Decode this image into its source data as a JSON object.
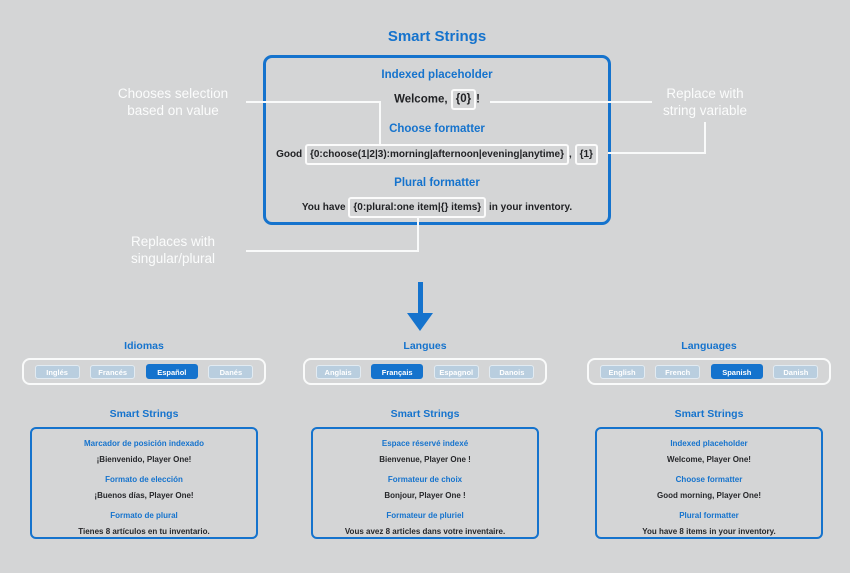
{
  "colors": {
    "background": "#d4d5d6",
    "accent_blue": "#1573cd",
    "connector_white": "#f9fafa",
    "dark_text": "#212225",
    "button_unselected": "#b9cedf"
  },
  "title": "Smart Strings",
  "main_box": {
    "rows": [
      {
        "heading": "Indexed placeholder",
        "prefix": "Welcome, ",
        "hl1": "{0}",
        "suffix": "!"
      },
      {
        "heading": "Choose formatter",
        "prefix": "Good ",
        "hl1": "{0:choose(1|2|3):morning|afternoon|evening|anytime}",
        "mid": ", ",
        "hl2": "{1}"
      },
      {
        "heading": "Plural formatter",
        "prefix": "You have ",
        "hl1": "{0:plural:one item|{} items}",
        "suffix": " in your inventory."
      }
    ]
  },
  "annotations": {
    "chooses": {
      "line1": "Chooses selection",
      "line2": "based on value"
    },
    "replace": {
      "line1": "Replace with",
      "line2": "string variable"
    },
    "plural": {
      "line1": "Replaces with",
      "line2": "singular/plural"
    }
  },
  "panels": [
    {
      "language_title": "Idiomas",
      "buttons": [
        {
          "label": "Inglés",
          "selected": false
        },
        {
          "label": "Francés",
          "selected": false
        },
        {
          "label": "Español",
          "selected": true
        },
        {
          "label": "Danés",
          "selected": false
        }
      ],
      "smart_strings_title": "Smart Strings",
      "entries": [
        {
          "heading": "Marcador de posición indexado",
          "value": "¡Bienvenido, Player One!"
        },
        {
          "heading": "Formato de elección",
          "value": "¡Buenos días, Player One!"
        },
        {
          "heading": "Formato de plural",
          "value": "Tienes 8 artículos en tu inventario."
        }
      ]
    },
    {
      "language_title": "Langues",
      "buttons": [
        {
          "label": "Anglais",
          "selected": false
        },
        {
          "label": "Français",
          "selected": true
        },
        {
          "label": "Espagnol",
          "selected": false
        },
        {
          "label": "Danois",
          "selected": false
        }
      ],
      "smart_strings_title": "Smart Strings",
      "entries": [
        {
          "heading": "Espace réservé indexé",
          "value": "Bienvenue, Player One !"
        },
        {
          "heading": "Formateur de choix",
          "value": "Bonjour, Player One !"
        },
        {
          "heading": "Formateur de pluriel",
          "value": "Vous avez 8 articles dans votre inventaire."
        }
      ]
    },
    {
      "language_title": "Languages",
      "buttons": [
        {
          "label": "English",
          "selected": false
        },
        {
          "label": "French",
          "selected": false
        },
        {
          "label": "Spanish",
          "selected": true
        },
        {
          "label": "Danish",
          "selected": false
        }
      ],
      "smart_strings_title": "Smart Strings",
      "entries": [
        {
          "heading": "Indexed placeholder",
          "value": "Welcome, Player One!"
        },
        {
          "heading": "Choose formatter",
          "value": "Good morning, Player One!"
        },
        {
          "heading": "Plural formatter",
          "value": "You have 8 items in your inventory."
        }
      ]
    }
  ]
}
